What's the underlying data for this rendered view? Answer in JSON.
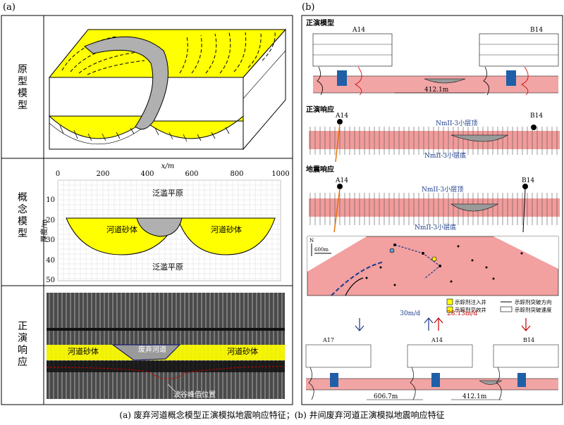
{
  "labels": {
    "panel_a": "(a)",
    "panel_b": "(b)",
    "row1": [
      "原",
      "型",
      "模",
      "型"
    ],
    "row2": [
      "概",
      "念",
      "模",
      "型"
    ],
    "row3": [
      "正",
      "演",
      "响",
      "应"
    ],
    "x_unit": "x/m",
    "x_ticks": [
      "0",
      "200",
      "400",
      "600",
      "800",
      "1000"
    ],
    "y_unit": "厚度/m",
    "y_ticks": [
      "10",
      "20",
      "30",
      "40",
      "50"
    ],
    "floodplain": "泛滥平原",
    "channel_sand": "河道砂体",
    "abandoned": "废弃河道",
    "trough": "波谷峰值位置",
    "b_fwd_model": "正演模型",
    "b_fwd_resp": "正演响应",
    "b_seis_resp": "地震响应",
    "well_a14": "A14",
    "well_b14": "B14",
    "well_a17": "A17",
    "dist1": "412.1m",
    "dist2": "606.7m",
    "top_layer": "NmII-3小层顶",
    "bot_layer": "NmII-3小层底",
    "scale": "600m",
    "north": "N",
    "legend1": "示踪剂注入井",
    "legend2": "示踪剂见效井",
    "legend3": "示踪剂突破方向",
    "legend4": "示踪剂突破速度",
    "speed1": "30m/d",
    "speed2": "28.13m/d",
    "caption": "(a) 废弃河道概念模型正演模拟地震响应特征；(b) 井间废弃河道正演模拟地震响应特征"
  }
}
